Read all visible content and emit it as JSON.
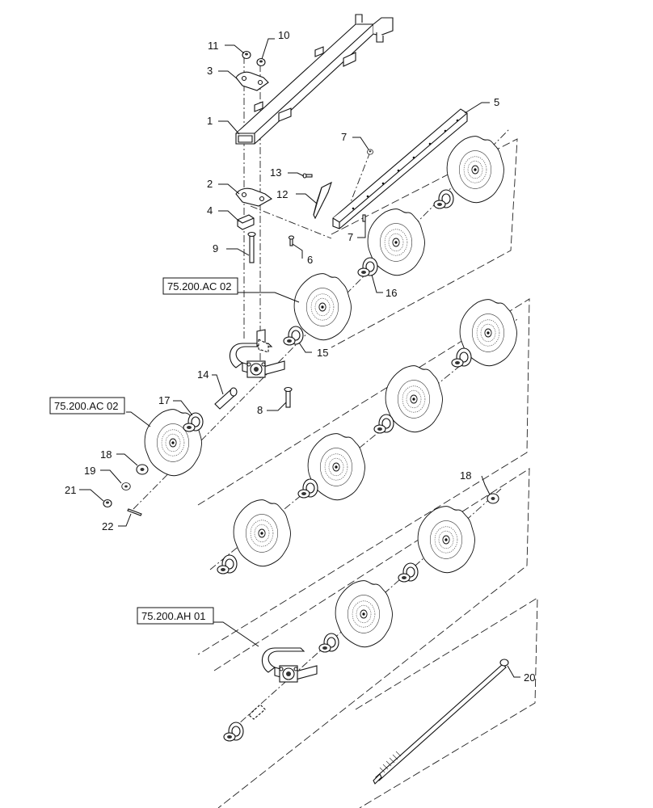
{
  "callouts": [
    {
      "id": "c1",
      "text": "1"
    },
    {
      "id": "c2",
      "text": "2"
    },
    {
      "id": "c3",
      "text": "3"
    },
    {
      "id": "c4",
      "text": "4"
    },
    {
      "id": "c5",
      "text": "5"
    },
    {
      "id": "c6",
      "text": "6"
    },
    {
      "id": "c7a",
      "text": "7"
    },
    {
      "id": "c7b",
      "text": "7"
    },
    {
      "id": "c8",
      "text": "8"
    },
    {
      "id": "c9",
      "text": "9"
    },
    {
      "id": "c10",
      "text": "10"
    },
    {
      "id": "c11",
      "text": "11"
    },
    {
      "id": "c12",
      "text": "12"
    },
    {
      "id": "c13",
      "text": "13"
    },
    {
      "id": "c14",
      "text": "14"
    },
    {
      "id": "c15",
      "text": "15"
    },
    {
      "id": "c16",
      "text": "16"
    },
    {
      "id": "c17",
      "text": "17"
    },
    {
      "id": "c18a",
      "text": "18"
    },
    {
      "id": "c18b",
      "text": "18"
    },
    {
      "id": "c19",
      "text": "19"
    },
    {
      "id": "c20",
      "text": "20"
    },
    {
      "id": "c21",
      "text": "21"
    },
    {
      "id": "c22",
      "text": "22"
    }
  ],
  "references": [
    {
      "id": "r1",
      "text": "75.200.AC 02"
    },
    {
      "id": "r2",
      "text": "75.200.AC 02"
    },
    {
      "id": "r3",
      "text": "75.200.AH 01"
    }
  ]
}
